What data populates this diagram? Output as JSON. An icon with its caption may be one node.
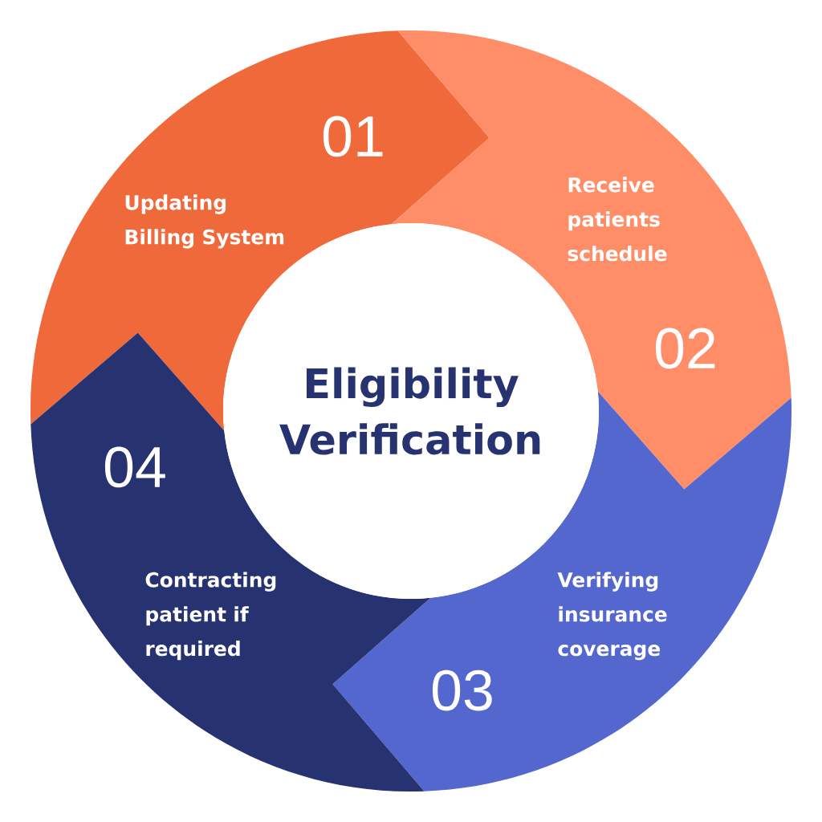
{
  "diagram": {
    "nodes": [
      {
        "text": [
          "01",
          "Updating Billing System"
        ]
      },
      {
        "text": [
          "Receive patients schedule",
          "02"
        ]
      },
      {
        "text": [
          "Verifying insurance coverage",
          "03"
        ]
      },
      {
        "text": [
          "04",
          "Contracting patient if required"
        ]
      },
      {
        "text": [
          "Eligibility Verification"
        ]
      }
    ]
  }
}
